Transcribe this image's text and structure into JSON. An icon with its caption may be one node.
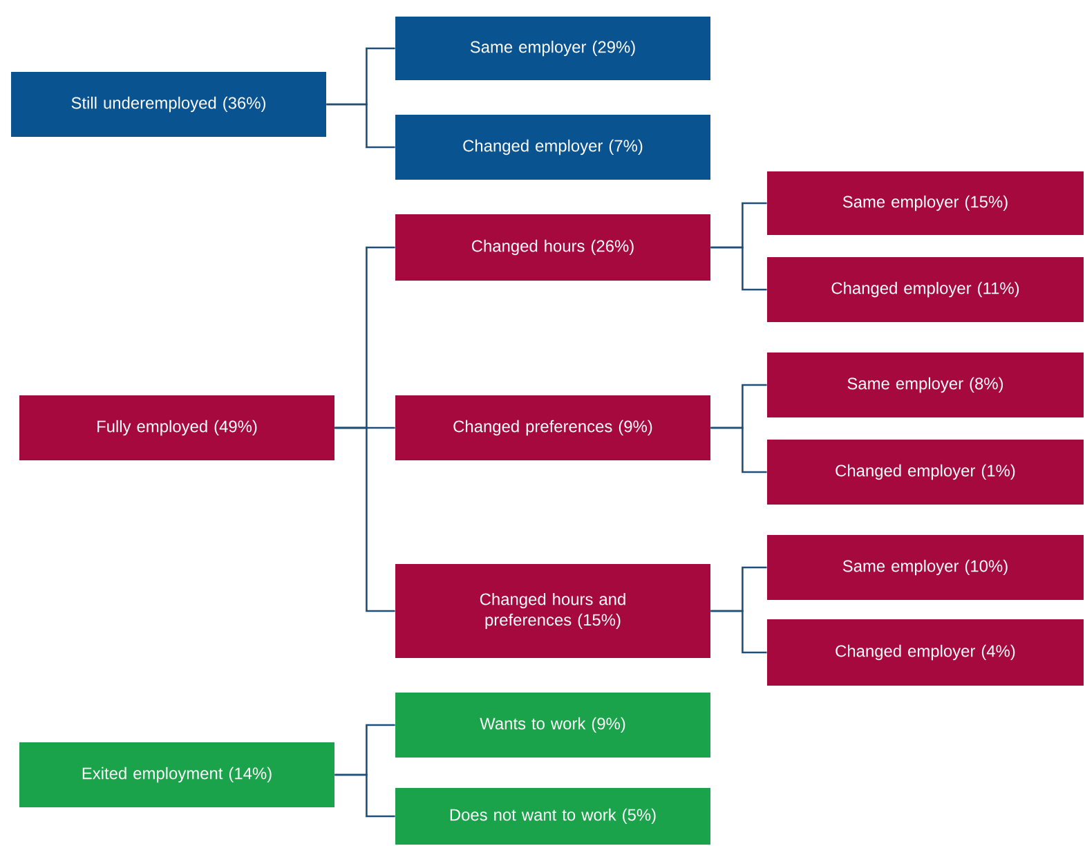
{
  "diagram": {
    "nodes": [
      {
        "text": [
          "Still underemployed (36%)"
        ]
      },
      {
        "text": [
          "Same employer (29%)"
        ]
      },
      {
        "text": [
          "Changed employer (7%)"
        ]
      },
      {
        "text": [
          "Fully employed (49%)"
        ]
      },
      {
        "text": [
          "Changed hours (26%)"
        ]
      },
      {
        "text": [
          "Same employer (15%)"
        ]
      },
      {
        "text": [
          "Changed employer (11%)"
        ]
      },
      {
        "text": [
          "Changed preferences (9%)"
        ]
      },
      {
        "text": [
          "Same employer (8%)"
        ]
      },
      {
        "text": [
          "Changed employer (1%)"
        ]
      },
      {
        "text": [
          "Changed hours and preferences (15%)"
        ]
      },
      {
        "text": [
          "Same employer (10%)"
        ]
      },
      {
        "text": [
          "Changed employer (4%)"
        ]
      },
      {
        "text": [
          "Exited employment (14%)"
        ]
      },
      {
        "text": [
          "Wants to work (9%)"
        ]
      },
      {
        "text": [
          "Does not want to work (5%)"
        ]
      }
    ],
    "edges": [
      {
        "from": 0,
        "to": 1,
        "arrow": "none"
      },
      {
        "from": 0,
        "to": 2,
        "arrow": "none"
      },
      {
        "from": 3,
        "to": 4,
        "arrow": "none"
      },
      {
        "from": 3,
        "to": 7,
        "arrow": "none"
      },
      {
        "from": 3,
        "to": 10,
        "arrow": "none"
      },
      {
        "from": 4,
        "to": 5,
        "arrow": "none"
      },
      {
        "from": 4,
        "to": 6,
        "arrow": "none"
      },
      {
        "from": 7,
        "to": 8,
        "arrow": "none"
      },
      {
        "from": 7,
        "to": 9,
        "arrow": "none"
      },
      {
        "from": 10,
        "to": 11,
        "arrow": "none"
      },
      {
        "from": 10,
        "to": 12,
        "arrow": "none"
      },
      {
        "from": 13,
        "to": 14,
        "arrow": "none"
      },
      {
        "from": 13,
        "to": 15,
        "arrow": "none"
      }
    ]
  }
}
